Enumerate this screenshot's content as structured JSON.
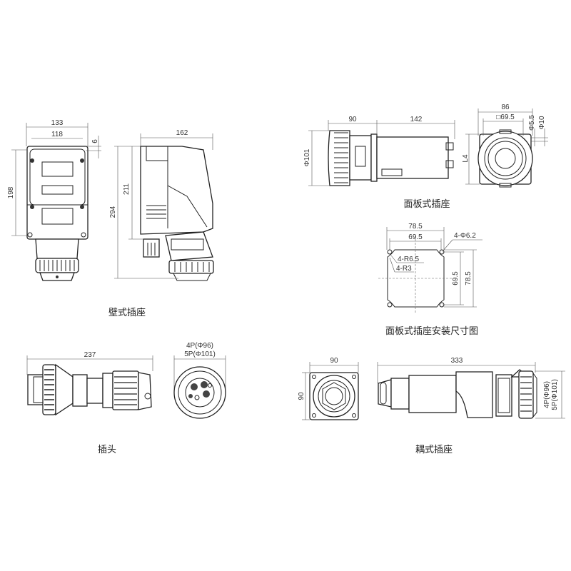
{
  "wall_socket": {
    "caption": "壁式插座",
    "dims": {
      "width_outer": "133",
      "width_inner": "118",
      "offset": "6",
      "height": "198",
      "depth": "162",
      "body_height": "211",
      "total_height": "294"
    }
  },
  "panel_socket": {
    "caption": "面板式插座",
    "dims": {
      "front_length": "90",
      "rear_length": "142",
      "diameter": "Φ101",
      "flange": "86",
      "square": "□69.5",
      "hole": "Φ5.5",
      "hole_outer": "Φ10",
      "l4": "L4"
    }
  },
  "panel_mount": {
    "caption": "面板式插座安装尺寸图",
    "dims": {
      "outer_w": "78.5",
      "inner_w": "69.5",
      "holes": "4-Φ6.2",
      "radius_outer": "4-R6.5",
      "radius_inner": "4-R3",
      "inner_h": "69.5",
      "outer_h": "78.5"
    }
  },
  "plug": {
    "caption": "插头",
    "dims": {
      "length": "237",
      "dia_4p": "4P(Φ96)",
      "dia_5p": "5P(Φ101)"
    }
  },
  "coupler": {
    "caption": "耦式插座",
    "dims": {
      "front_w": "90",
      "front_h": "90",
      "length": "333",
      "dia_4p": "4P(Φ96)",
      "dia_5p": "5P(Φ101)"
    }
  }
}
